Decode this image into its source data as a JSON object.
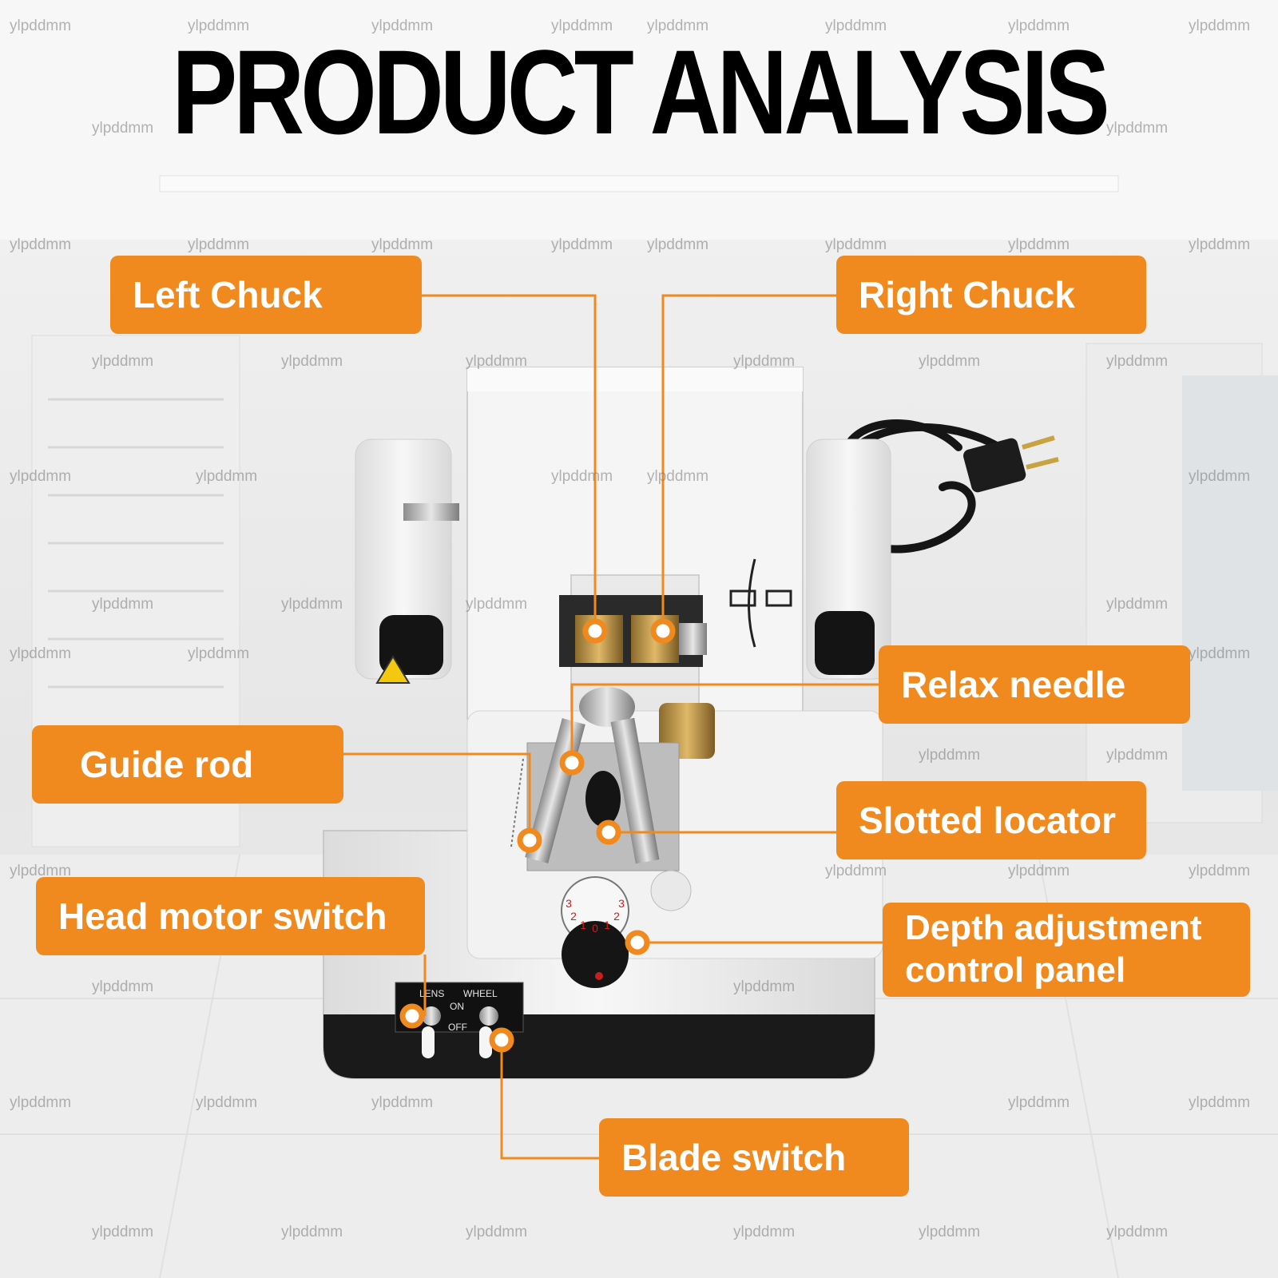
{
  "title": "PRODUCT ANALYSIS",
  "watermark": "ylpddmm",
  "labels": {
    "left_chuck": "Left Chuck",
    "right_chuck": "Right Chuck",
    "relax_needle": "Relax needle",
    "guide_rod": "Guide rod",
    "slotted_locator": "Slotted locator",
    "head_motor_switch": "Head motor switch",
    "depth_adjustment": "Depth adjustment control panel",
    "blade_switch": "Blade switch"
  },
  "panel_text": {
    "lens": "LENS",
    "wheel": "WHEEL",
    "on": "ON",
    "off": "OFF"
  },
  "dial_numbers": [
    "3",
    "2",
    "1",
    "0",
    "1",
    "2",
    "3"
  ],
  "colors": {
    "accent": "#f08a1e",
    "title": "#000000",
    "label_text": "#ffffff"
  }
}
